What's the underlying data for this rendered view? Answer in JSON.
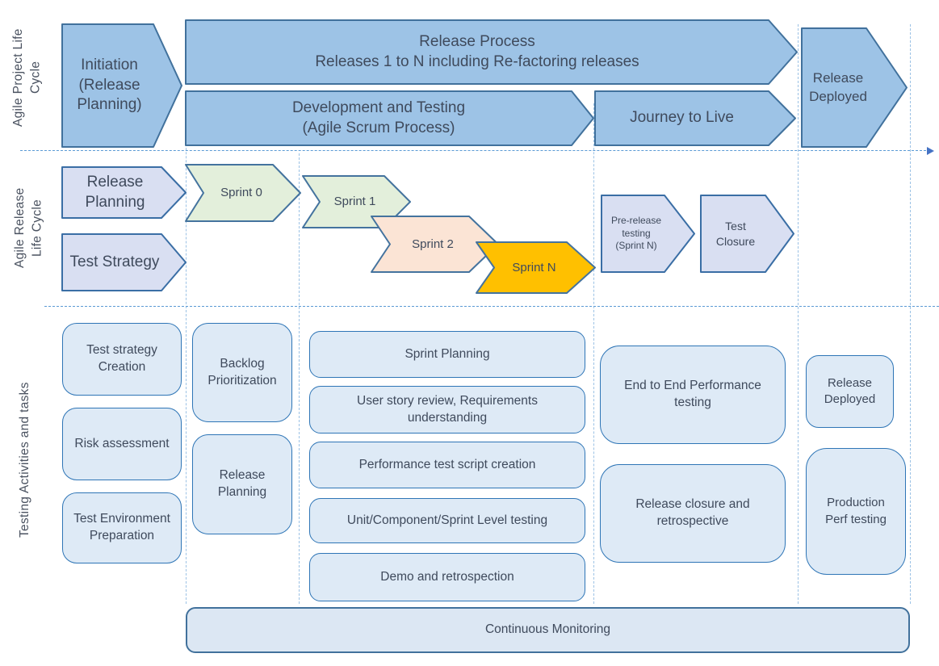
{
  "lanes": {
    "lane1": "Agile Project Life\nCycle",
    "lane2": "Agile Release\nLife Cycle",
    "lane3": "Testing Activities and tasks"
  },
  "process": {
    "initiation": "Initiation (Release Planning)",
    "release_process": "Release Process\nReleases 1 to N including Re-factoring releases",
    "dev_testing": "Development and Testing\n(Agile Scrum Process)",
    "journey": "Journey to Live",
    "release_deployed": "Release\nDeployed"
  },
  "release_cycle": {
    "release_planning": "Release Planning",
    "test_strategy": "Test Strategy",
    "sprint0": "Sprint 0",
    "sprint1": "Sprint 1",
    "sprint2": "Sprint 2",
    "sprintN": "Sprint N",
    "prerelease": "Pre-release testing\n(Sprint N)",
    "test_closure": "Test Closure"
  },
  "activities": {
    "planning": [
      "Test strategy Creation",
      "Risk assessment",
      "Test Environment Preparation"
    ],
    "backlog": [
      "Backlog Prioritization",
      "Release Planning"
    ],
    "sprint_tasks": [
      "Sprint Planning",
      "User story review, Requirements understanding",
      "Performance test script creation",
      "Unit/Component/Sprint Level testing",
      "Demo and retrospection"
    ],
    "journey_tasks": [
      "End to End Performance testing",
      "Release closure and retrospective"
    ],
    "deploy_tasks": [
      "Release Deployed",
      "Production Perf testing"
    ],
    "continuous": "Continuous Monitoring"
  },
  "colors": {
    "arrow_blue": "#9DC3E6",
    "arrow_blue_border": "#41719C",
    "lavender": "#D9DFF2",
    "task_fill": "#DEEAF6",
    "task_border": "#2E75B6",
    "sprint_green": "#E3EFDB",
    "sprint_peach": "#FBE4D5",
    "sprint_orange": "#FFC000",
    "text": "#3F4A5C",
    "guide_dash": "#5B9BD5"
  }
}
